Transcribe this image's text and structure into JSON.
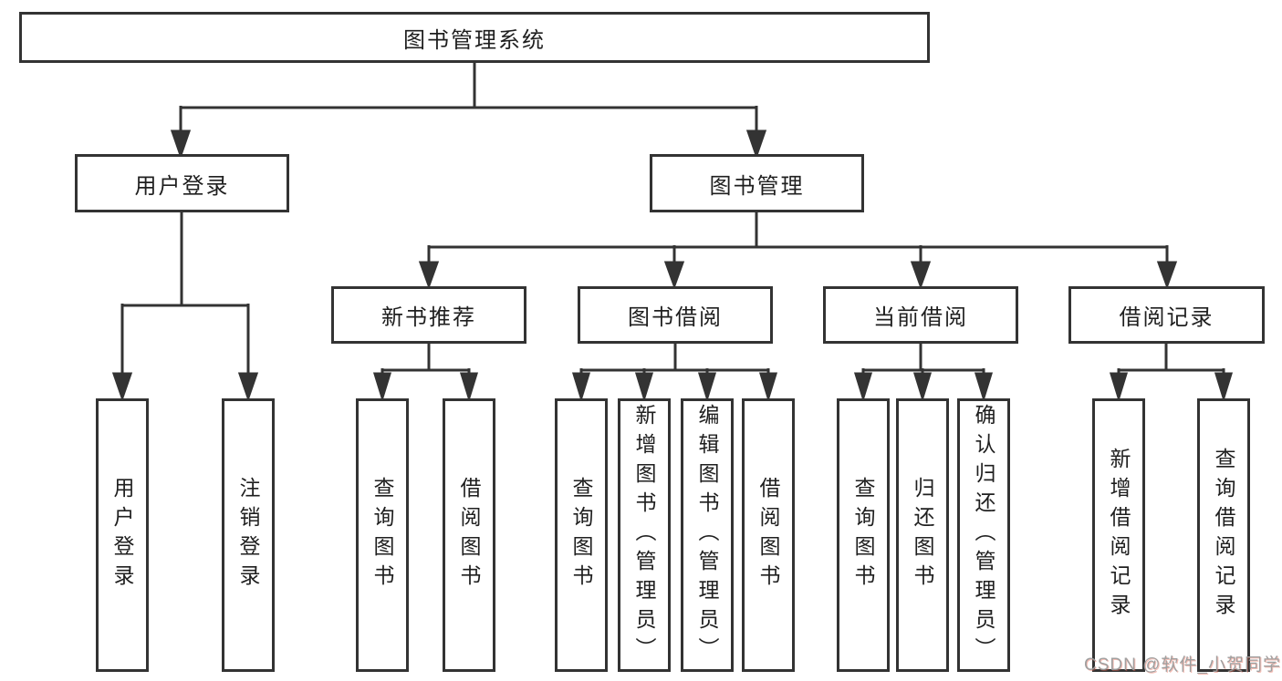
{
  "tree": {
    "root": "图书管理系统",
    "children": [
      {
        "label": "用户登录",
        "children": [
          {
            "label": "用户登录"
          },
          {
            "label": "注销登录"
          }
        ]
      },
      {
        "label": "图书管理",
        "children": [
          {
            "label": "新书推荐",
            "children": [
              {
                "label": "查询图书"
              },
              {
                "label": "借阅图书"
              }
            ]
          },
          {
            "label": "图书借阅",
            "children": [
              {
                "label": "查询图书"
              },
              {
                "label": "新增图书（管理员）"
              },
              {
                "label": "编辑图书（管理员）"
              },
              {
                "label": "借阅图书"
              }
            ]
          },
          {
            "label": "当前借阅",
            "children": [
              {
                "label": "查询图书"
              },
              {
                "label": "归还图书"
              },
              {
                "label": "确认归还（管理员）"
              }
            ]
          },
          {
            "label": "借阅记录",
            "children": [
              {
                "label": "新增借阅记录"
              },
              {
                "label": "查询借阅记录"
              }
            ]
          }
        ]
      }
    ]
  },
  "colors": {
    "line": "#333333",
    "text": "#1f1f1f",
    "watermark": "#9b9b9b"
  },
  "watermark": {
    "text": "CSDN @软件_小贺同学"
  }
}
